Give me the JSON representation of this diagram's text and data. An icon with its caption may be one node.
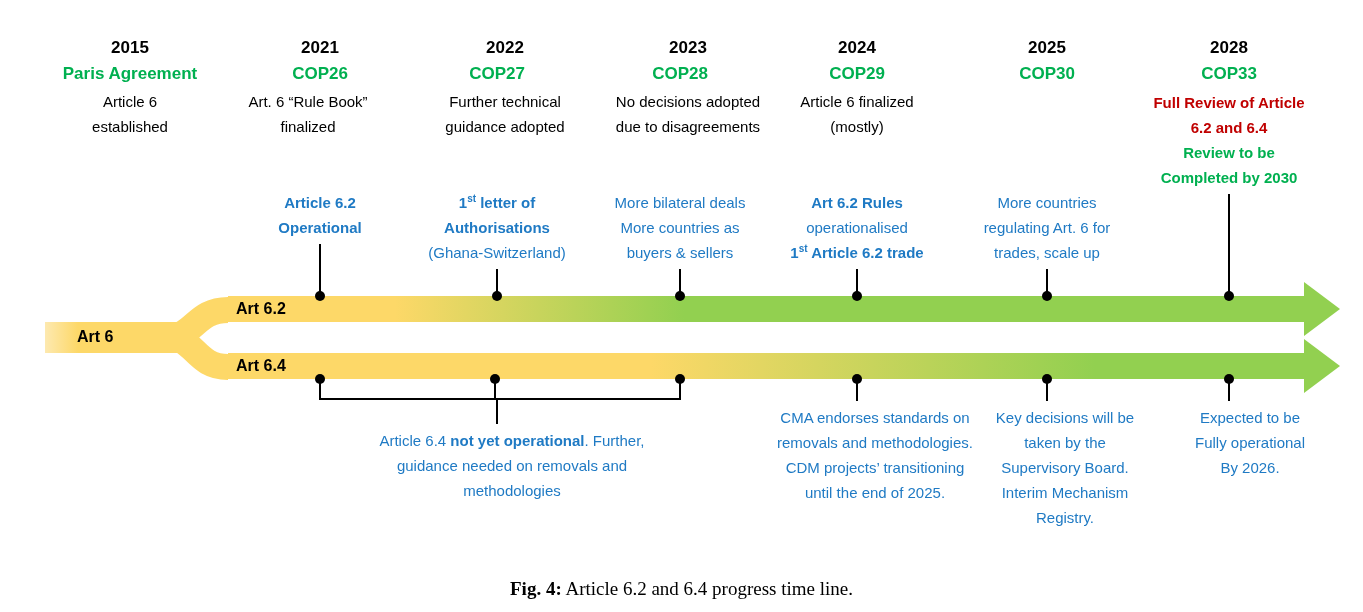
{
  "diagram": {
    "caption": "**Fig. 4:** Article 6.2 and 6.4 progress time line.",
    "nodes": [
      {
        "text": [
          "Art 6"
        ]
      },
      {
        "text": [
          "Art 6.2"
        ]
      },
      {
        "text": [
          "Art 6.4"
        ]
      },
      {
        "text": [
          "Article 6.2 Operational"
        ]
      },
      {
        "text": [
          "1$^{st}$ letter of Authorisations",
          "(Ghana-Switzerland)"
        ]
      },
      {
        "text": [
          "More bilateral deals More countries as buyers & sellers"
        ]
      },
      {
        "text": [
          "Art 6.2 Rules",
          "operationalised",
          "1$^{st}$ Article 6.2 trade"
        ]
      },
      {
        "text": [
          "More countries regulating Art. 6 for trades, scale up"
        ]
      },
      {
        "text": [
          "Full Review of Article 6.2 and 6.4",
          "Review to be Completed by 2030"
        ]
      },
      {
        "text": [
          "Article 6.4 **not yet operational**. Further, guidance needed on removals and methodologies"
        ]
      },
      {
        "text": [
          "CMA endorses standards on removals and methodologies. CDM projects’ transitioning until the end of 2025."
        ]
      },
      {
        "text": [
          "Key decisions will be taken by the Supervisory Board. Interim Mechanism Registry."
        ]
      },
      {
        "text": [
          "Expected to be Fully operational By 2026."
        ]
      }
    ],
    "edges": [
      {
        "from": 3,
        "to": 1,
        "arrow": "other"
      },
      {
        "from": 4,
        "to": 1,
        "arrow": "other"
      },
      {
        "from": 5,
        "to": 1,
        "arrow": "other"
      },
      {
        "from": 6,
        "to": 1,
        "arrow": "other"
      },
      {
        "from": 7,
        "to": 1,
        "arrow": "other"
      },
      {
        "from": 8,
        "to": 1,
        "arrow": "other"
      },
      {
        "from": 9,
        "to": 2,
        "arrow": "other"
      },
      {
        "from": 9,
        "to": 2,
        "arrow": "other"
      },
      {
        "from": 9,
        "to": 2,
        "arrow": "other"
      },
      {
        "from": 10,
        "to": 2,
        "arrow": "other"
      },
      {
        "from": 11,
        "to": 2,
        "arrow": "other"
      },
      {
        "from": 12,
        "to": 2,
        "arrow": "other"
      }
    ],
    "labels": [
      "2015",
      "Paris Agreement",
      "Article 6 established",
      "2021",
      "COP26",
      "Art. 6 “Rule Book” finalized",
      "2022",
      "COP27",
      "Further technical guidance adopted",
      "2023",
      "COP28",
      "No decisions adopted due to disagreements",
      "2024",
      "COP29",
      "Article 6 finalized (mostly)",
      "2025",
      "COP30",
      "2028",
      "COP33"
    ]
  }
}
